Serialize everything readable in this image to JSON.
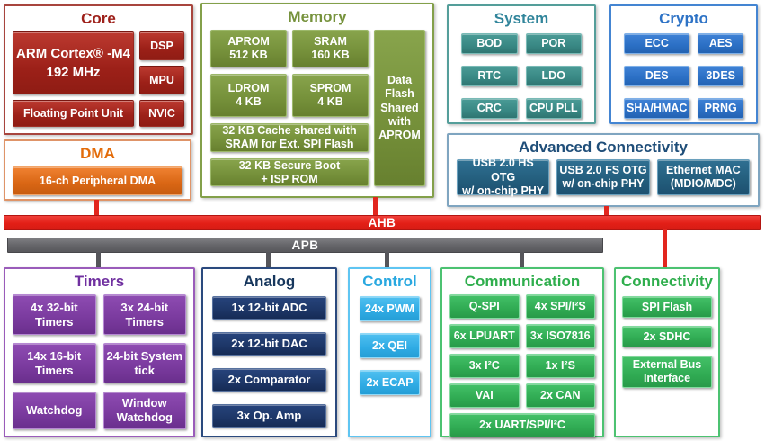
{
  "buses": {
    "ahb": "AHB",
    "apb": "APB"
  },
  "colors": {
    "core": "#9E211B",
    "dma": "#E36C0A",
    "memory": "#76923C",
    "system": "#31859B",
    "crypto": "#2E73C6",
    "advanced_title": "#1F4E79",
    "advanced_box": "#235D7C",
    "timers": "#7030A0",
    "analog": "#17375D",
    "control": "#29A8E0",
    "green": "#2FAE4D",
    "ahb_bar": "#E3201B",
    "apb_bar": "#646468"
  },
  "groups": {
    "core": {
      "title": "Core",
      "cpu": "ARM Cortex® -M4\n192 MHz",
      "items": [
        "DSP",
        "MPU",
        "Floating Point Unit",
        "NVIC"
      ]
    },
    "dma": {
      "title": "DMA",
      "items": [
        "16-ch Peripheral DMA"
      ]
    },
    "memory": {
      "title": "Memory",
      "items": [
        "APROM\n512 KB",
        "SRAM\n160 KB",
        "LDROM\n4 KB",
        "SPROM\n4 KB",
        "32 KB Cache shared with\nSRAM for Ext. SPI Flash",
        "32 KB Secure Boot\n+ ISP ROM",
        "Data\nFlash\nShared\nwith\nAPROM"
      ]
    },
    "system": {
      "title": "System",
      "items": [
        "BOD",
        "POR",
        "RTC",
        "LDO",
        "CRC",
        "CPU PLL"
      ]
    },
    "crypto": {
      "title": "Crypto",
      "items": [
        "ECC",
        "AES",
        "DES",
        "3DES",
        "SHA/HMAC",
        "PRNG"
      ]
    },
    "advanced": {
      "title": "Advanced Connectivity",
      "items": [
        "USB 2.0 HS OTG\nw/ on-chip PHY",
        "USB 2.0 FS OTG\nw/ on-chip PHY",
        "Ethernet MAC\n(MDIO/MDC)"
      ]
    },
    "timers": {
      "title": "Timers",
      "items": [
        "4x 32-bit\nTimers",
        "3x 24-bit\nTimers",
        "14x 16-bit\nTimers",
        "24-bit System\ntick",
        "Watchdog",
        "Window\nWatchdog"
      ]
    },
    "analog": {
      "title": "Analog",
      "items": [
        "1x 12-bit ADC",
        "2x 12-bit DAC",
        "2x Comparator",
        "3x Op. Amp"
      ]
    },
    "control": {
      "title": "Control",
      "items": [
        "24x PWM",
        "2x QEI",
        "2x ECAP"
      ]
    },
    "communication": {
      "title": "Communication",
      "items": [
        "Q-SPI",
        "4x SPI/I²S",
        "6x LPUART",
        "3x ISO7816",
        "3x I²C",
        "1x I²S",
        "VAI",
        "2x CAN",
        "2x UART/SPI/I²C"
      ]
    },
    "connectivity": {
      "title": "Connectivity",
      "items": [
        "SPI Flash",
        "2x SDHC",
        "External Bus\nInterface"
      ]
    }
  }
}
